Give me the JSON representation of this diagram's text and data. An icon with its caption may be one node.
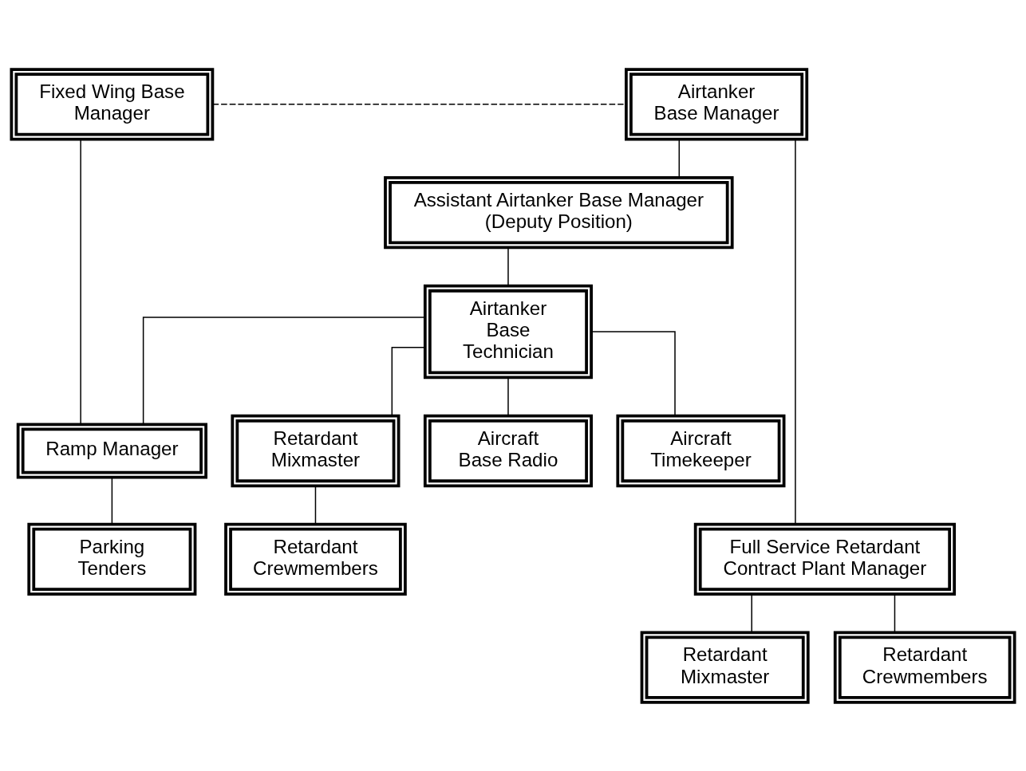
{
  "diagram": {
    "nodes": [
      {
        "text": [
          "Fixed Wing Base Manager"
        ]
      },
      {
        "text": [
          "Airtanker Base Manager"
        ]
      },
      {
        "text": [
          "Assistant Airtanker Base Manager (Deputy Position)"
        ]
      },
      {
        "text": [
          "Airtanker Base Technician"
        ]
      },
      {
        "text": [
          "Ramp Manager"
        ]
      },
      {
        "text": [
          "Retardant Mixmaster"
        ]
      },
      {
        "text": [
          "Aircraft Base Radio"
        ]
      },
      {
        "text": [
          "Aircraft Timekeeper"
        ]
      },
      {
        "text": [
          "Parking Tenders"
        ]
      },
      {
        "text": [
          "Retardant Crewmembers"
        ]
      },
      {
        "text": [
          "Full Service Retardant Contract Plant Manager"
        ]
      },
      {
        "text": [
          "Retardant Mixmaster"
        ]
      },
      {
        "text": [
          "Retardant Crewmembers"
        ]
      }
    ],
    "edges": [
      {
        "from": 0,
        "to": 1,
        "arrow": "none",
        "style": "dashed"
      },
      {
        "from": 1,
        "to": 2,
        "arrow": "none"
      },
      {
        "from": 2,
        "to": 3,
        "arrow": "none"
      },
      {
        "from": 3,
        "to": 4,
        "arrow": "none"
      },
      {
        "from": 3,
        "to": 5,
        "arrow": "none"
      },
      {
        "from": 3,
        "to": 6,
        "arrow": "none"
      },
      {
        "from": 3,
        "to": 7,
        "arrow": "none"
      },
      {
        "from": 0,
        "to": 4,
        "arrow": "none"
      },
      {
        "from": 4,
        "to": 8,
        "arrow": "none"
      },
      {
        "from": 5,
        "to": 9,
        "arrow": "none"
      },
      {
        "from": 1,
        "to": 10,
        "arrow": "none"
      },
      {
        "from": 10,
        "to": 11,
        "arrow": "none"
      },
      {
        "from": 10,
        "to": 12,
        "arrow": "none"
      }
    ]
  }
}
